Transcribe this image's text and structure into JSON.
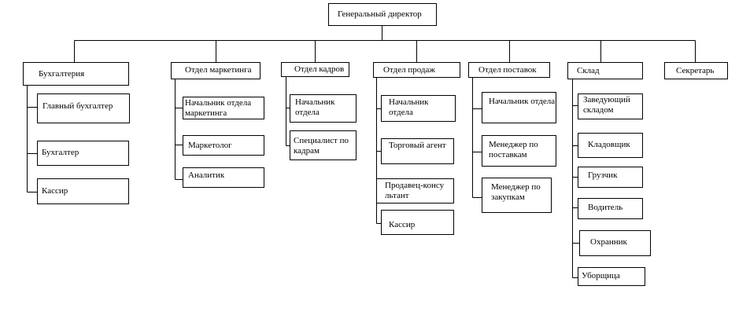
{
  "chart_data": {
    "type": "org-chart",
    "root": "Генеральный директор",
    "departments": [
      {
        "name": "Бухгалтерия",
        "staff": [
          "Главный бухгалтер",
          "Бухгалтер",
          "Кассир"
        ]
      },
      {
        "name": "Отдел маркетинга",
        "staff": [
          "Начальник отдела маркетинга",
          "Маркетолог",
          "Аналитик"
        ]
      },
      {
        "name": "Отдел кадров",
        "staff": [
          "Начальник отдела",
          "Специалист по кадрам"
        ]
      },
      {
        "name": "Отдел продаж",
        "staff": [
          "Начальник отдела",
          "Торговый агент",
          "Продавец-консультант",
          "Кассир"
        ]
      },
      {
        "name": "Отдел поставок",
        "staff": [
          "Начальник отдела",
          "Менеджер по поставкам",
          "Менеджер по закупкам"
        ]
      },
      {
        "name": "Склад",
        "staff": [
          "Заведующий складом",
          "Кладовщик",
          "Грузчик",
          "Водитель",
          "Охранник",
          "Уборщица"
        ]
      },
      {
        "name": "Секретарь",
        "staff": []
      }
    ]
  }
}
